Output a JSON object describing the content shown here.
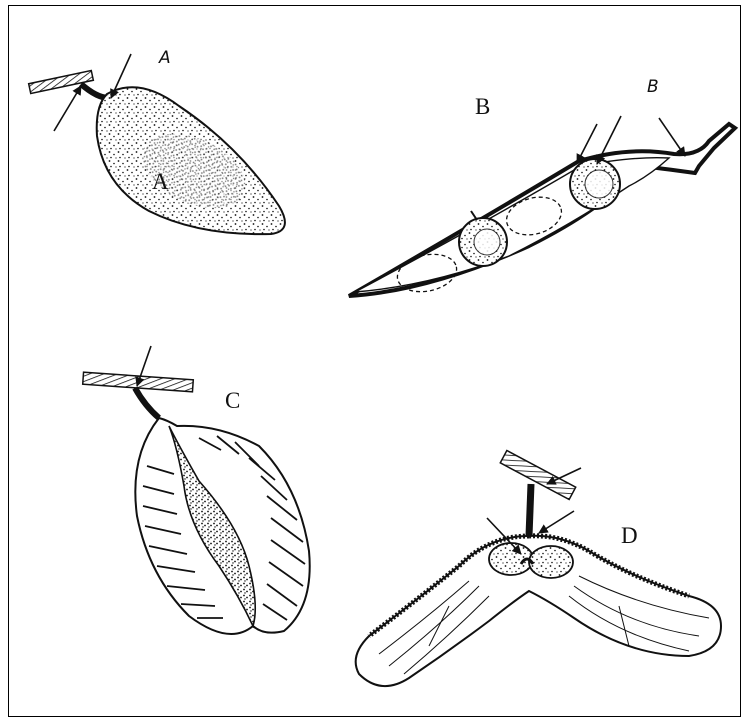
{
  "figure": {
    "labels": {
      "a_handwritten": "A",
      "a_main": "A",
      "b_main": "B",
      "b_handwritten": "B",
      "c_main": "C",
      "d_main": "D"
    }
  }
}
